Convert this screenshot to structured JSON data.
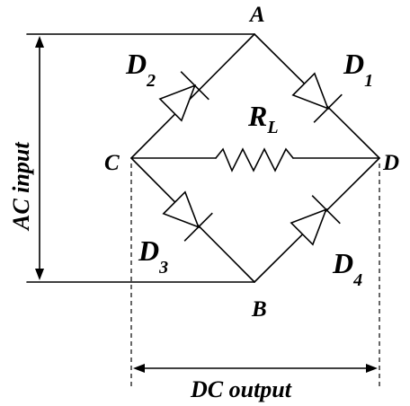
{
  "nodes": {
    "a": "A",
    "b": "B",
    "c": "C",
    "d": "D"
  },
  "diodes": {
    "d1": {
      "letter": "D",
      "sub": "1"
    },
    "d2": {
      "letter": "D",
      "sub": "2"
    },
    "d3": {
      "letter": "D",
      "sub": "3"
    },
    "d4": {
      "letter": "D",
      "sub": "4"
    }
  },
  "resistor": {
    "letter": "R",
    "sub": "L"
  },
  "labels": {
    "ac_input": "AC input",
    "dc_output": "DC output"
  }
}
